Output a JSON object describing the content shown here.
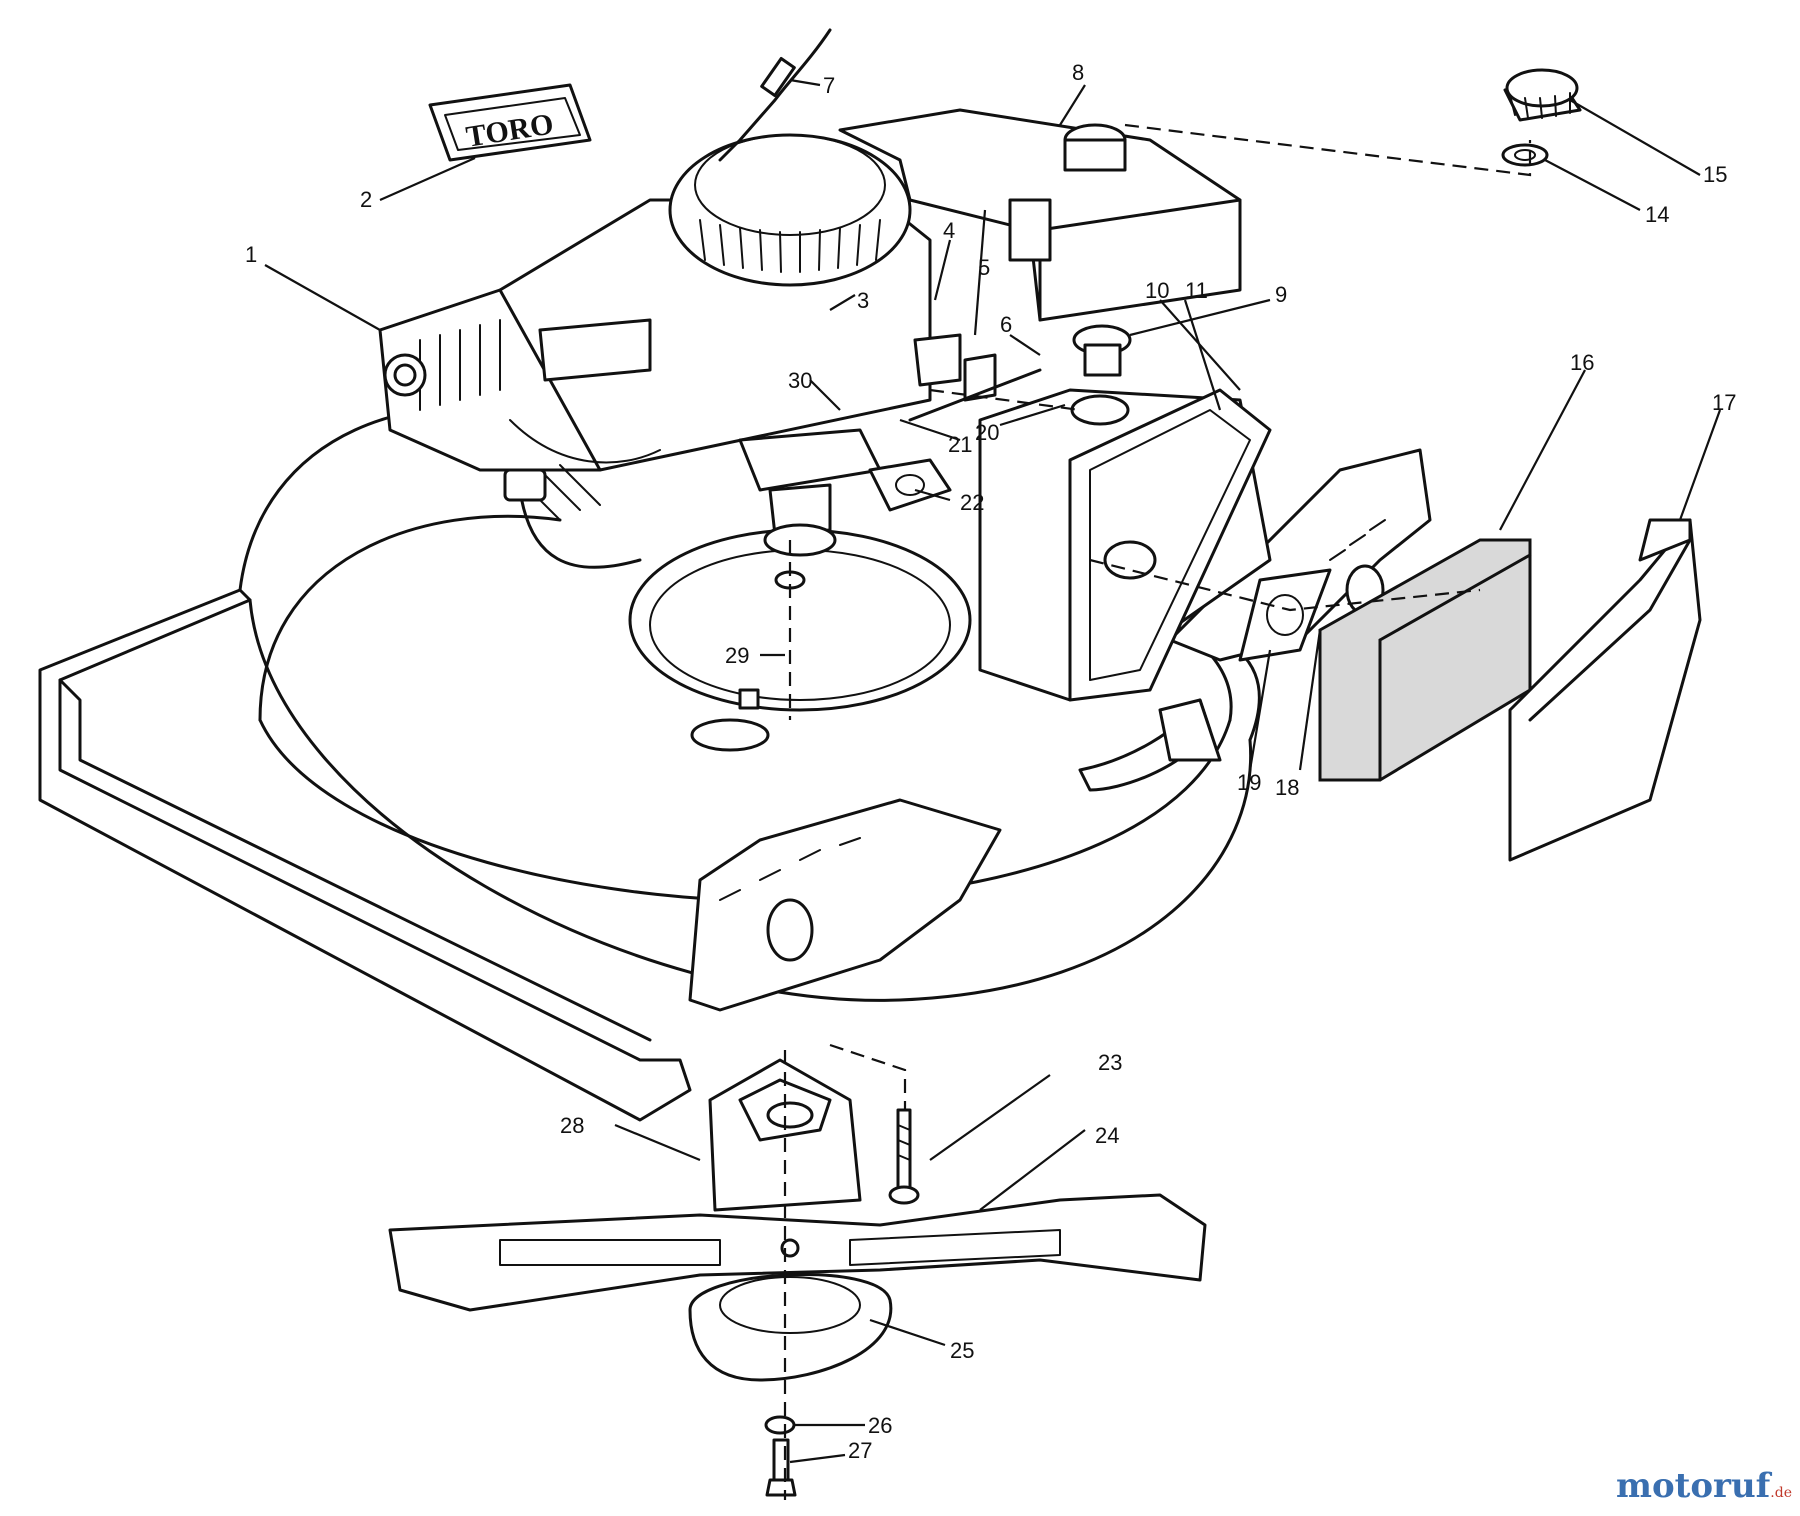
{
  "diagram": {
    "logo_text": "TORO",
    "callouts": [
      {
        "id": "1",
        "label": "1"
      },
      {
        "id": "2",
        "label": "2"
      },
      {
        "id": "3",
        "label": "3"
      },
      {
        "id": "4",
        "label": "4"
      },
      {
        "id": "5",
        "label": "5"
      },
      {
        "id": "6",
        "label": "6"
      },
      {
        "id": "7",
        "label": "7"
      },
      {
        "id": "8",
        "label": "8"
      },
      {
        "id": "9",
        "label": "9"
      },
      {
        "id": "10",
        "label": "10"
      },
      {
        "id": "11",
        "label": "11"
      },
      {
        "id": "14",
        "label": "14"
      },
      {
        "id": "15",
        "label": "15"
      },
      {
        "id": "16",
        "label": "16"
      },
      {
        "id": "17",
        "label": "17"
      },
      {
        "id": "18",
        "label": "18"
      },
      {
        "id": "19",
        "label": "19"
      },
      {
        "id": "20",
        "label": "20"
      },
      {
        "id": "21",
        "label": "21"
      },
      {
        "id": "22",
        "label": "22"
      },
      {
        "id": "23",
        "label": "23"
      },
      {
        "id": "24",
        "label": "24"
      },
      {
        "id": "25",
        "label": "25"
      },
      {
        "id": "26",
        "label": "26"
      },
      {
        "id": "27",
        "label": "27"
      },
      {
        "id": "28",
        "label": "28"
      },
      {
        "id": "29",
        "label": "29"
      },
      {
        "id": "30",
        "label": "30"
      }
    ]
  },
  "watermark": {
    "main": "motoruf",
    "suffix": ".de"
  }
}
